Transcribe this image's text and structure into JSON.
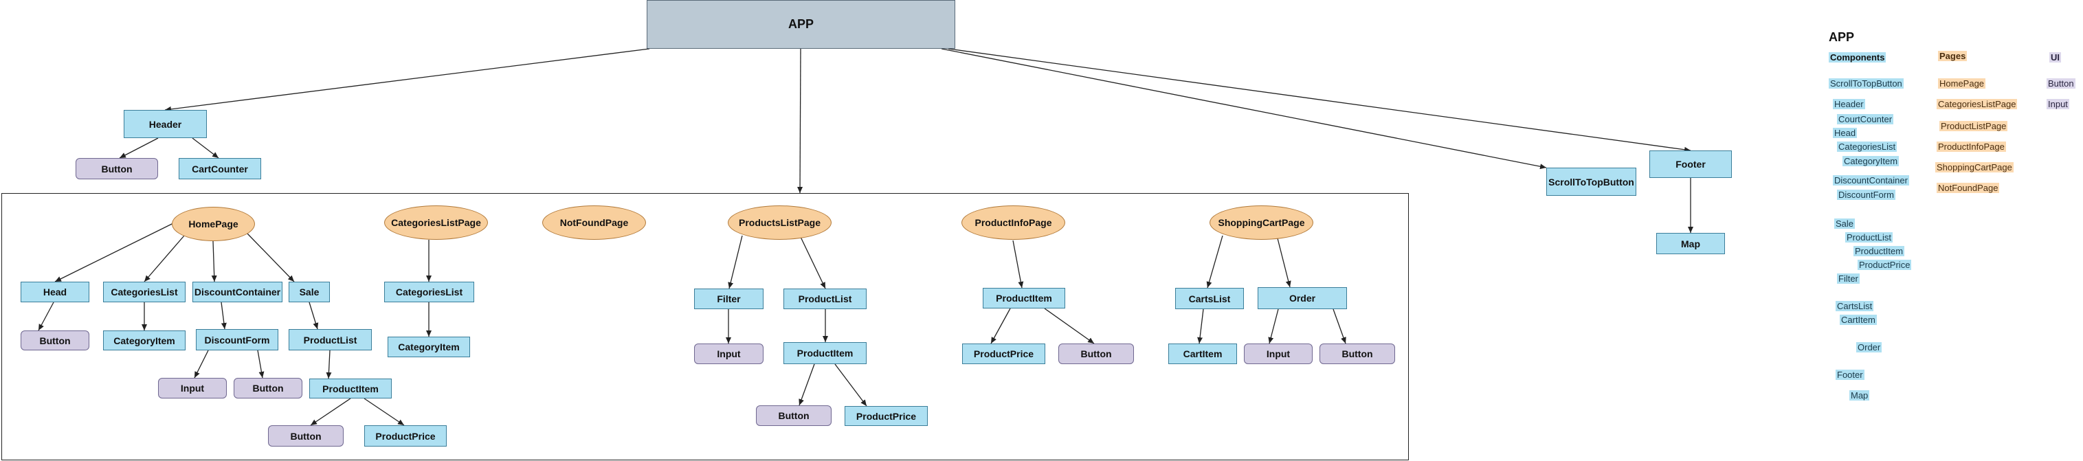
{
  "root": "APP",
  "nodes": {
    "header": "Header",
    "header_button": "Button",
    "cart_counter": "CartCounter",
    "scroll_to_top": "ScrollToTopButton",
    "footer": "Footer",
    "map": "Map",
    "home_page": "HomePage",
    "home_head": "Head",
    "home_head_button": "Button",
    "home_categories_list": "CategoriesList",
    "home_category_item": "CategoryItem",
    "discount_container": "DiscountContainer",
    "discount_form": "DiscountForm",
    "discount_input": "Input",
    "discount_button": "Button",
    "sale": "Sale",
    "sale_product_list": "ProductList",
    "sale_product_item": "ProductItem",
    "sale_item_button": "Button",
    "sale_item_price": "ProductPrice",
    "categories_list_page": "CategoriesListPage",
    "clp_categories_list": "CategoriesList",
    "clp_category_item": "CategoryItem",
    "not_found_page": "NotFoundPage",
    "products_list_page": "ProductsListPage",
    "plp_filter": "Filter",
    "plp_filter_input": "Input",
    "plp_product_list": "ProductList",
    "plp_product_item": "ProductItem",
    "plp_item_button": "Button",
    "plp_item_price": "ProductPrice",
    "product_info_page": "ProductInfoPage",
    "pip_product_item": "ProductItem",
    "pip_product_price": "ProductPrice",
    "pip_button": "Button",
    "shopping_cart_page": "ShoppingCartPage",
    "carts_list": "CartsList",
    "cart_item": "CartItem",
    "order": "Order",
    "order_input": "Input",
    "order_button": "Button"
  },
  "legend": {
    "title": "APP",
    "components_head": "Components",
    "pages_head": "Pages",
    "ui_head": "UI",
    "components": [
      "ScrollToTopButton",
      "Header",
      "CourtCounter",
      "Head",
      "CategoriesList",
      "CategoryItem",
      "DiscountContainer",
      "DiscountForm",
      "Sale",
      "ProductList",
      "ProductItem",
      "ProductPrice",
      "Filter",
      "CartsList",
      "CartItem",
      "Order",
      "Footer",
      "Map"
    ],
    "pages": [
      "HomePage",
      "CategoriesListPage",
      "ProductListPage",
      "ProductInfoPage",
      "ShoppingCartPage",
      "NotFoundPage"
    ],
    "ui": [
      "Button",
      "Input"
    ]
  },
  "colors": {
    "root_fill": "#bbc9d4",
    "component_fill": "#aee0f2",
    "page_fill": "#f8cf9d",
    "ui_fill": "#d3cde3",
    "edge": "#222222"
  }
}
